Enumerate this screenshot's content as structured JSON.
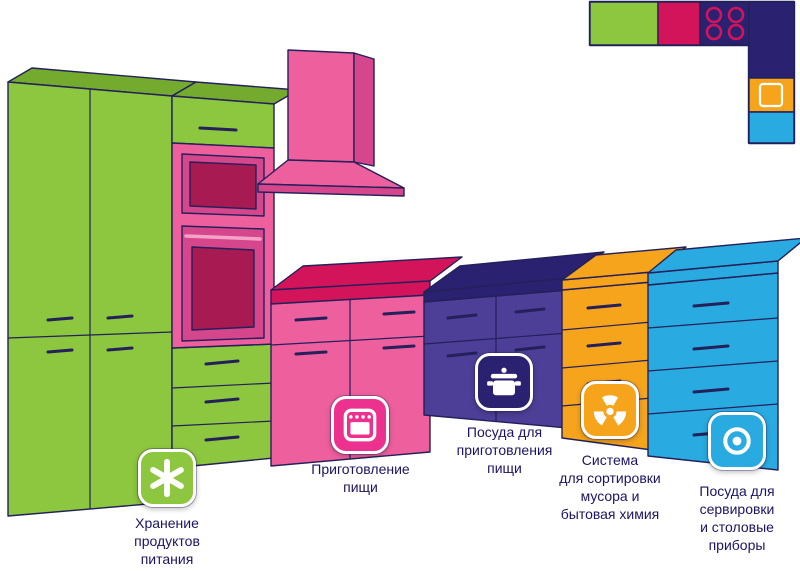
{
  "palette": {
    "green": "#8dc63f",
    "green_dark": "#74ab2f",
    "pink": "#ee5f9e",
    "pink_dark": "#d6468c",
    "crimson": "#d4145a",
    "maroon": "#a81a52",
    "navy": "#2b2171",
    "purple": "#4d3f98",
    "orange": "#f7a41d",
    "cyan": "#29abe2",
    "outline": "#23205a",
    "text": "#1b1464",
    "white": "#ffffff"
  },
  "zones": [
    {
      "id": "storage",
      "label": "Хранение продуктов питания",
      "label_lines": [
        "Хранение",
        "продуктов",
        "питания"
      ],
      "color": "#8dc63f",
      "icon": "asterisk-icon"
    },
    {
      "id": "cooking",
      "label": "Приготовление пищи",
      "label_lines": [
        "Приготовление",
        "пищи"
      ],
      "color": "#ec318e",
      "icon": "oven-icon"
    },
    {
      "id": "cookware",
      "label": "Посуда для приготовления пищи",
      "label_lines": [
        "Посуда для",
        "приготовления",
        "пищи"
      ],
      "color": "#2b2171",
      "icon": "pot-icon"
    },
    {
      "id": "waste",
      "label": "Система для сортировки мусора и бытовая химия",
      "label_lines": [
        "Система",
        "для сортировки",
        "мусора и",
        "бытовая химия"
      ],
      "color": "#f7a41d",
      "icon": "radiation-icon"
    },
    {
      "id": "serving",
      "label": "Посуда для сервировки и столовые приборы",
      "label_lines": [
        "Посуда для",
        "сервировки",
        "и столовые",
        "приборы"
      ],
      "color": "#29abe2",
      "icon": "plate-icon"
    }
  ],
  "minimap": {
    "top_row_zones": [
      "storage",
      "cooking",
      "cookware"
    ],
    "right_column_zones": [
      "cookware",
      "waste",
      "serving"
    ],
    "hob_burners": 4
  }
}
